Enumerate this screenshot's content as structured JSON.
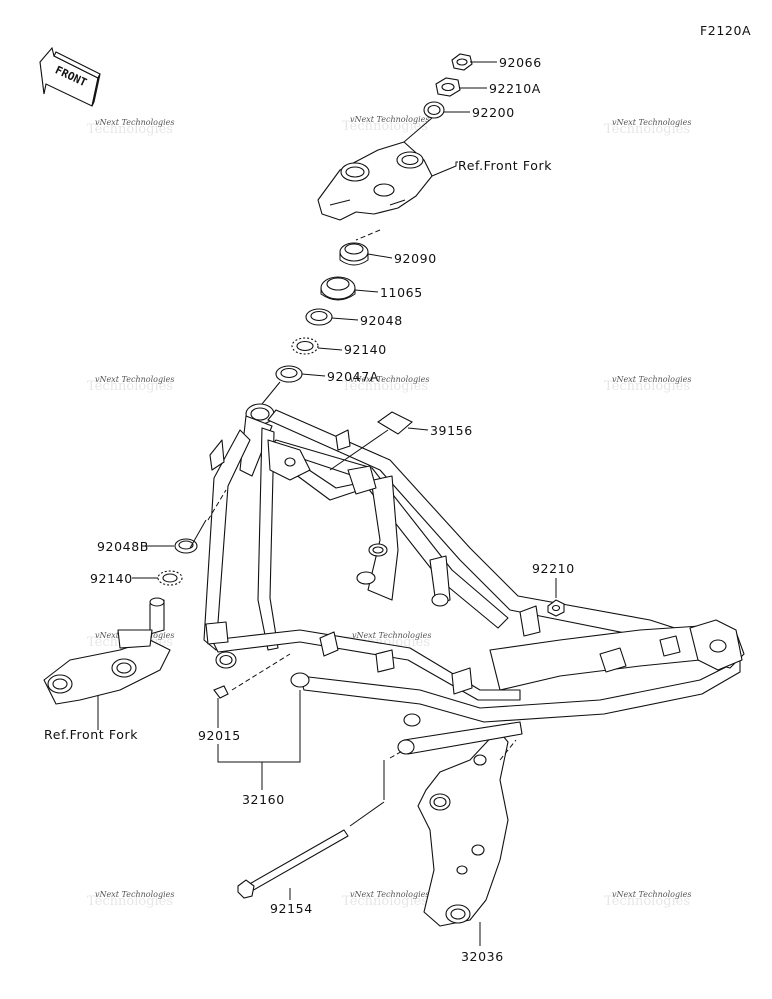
{
  "diagram_code": "F2120A",
  "front_arrow_text": "FRONT",
  "watermark": "vNext Technologies",
  "parts": {
    "p92066": "92066",
    "p92210A": "92210A",
    "p92200": "92200",
    "ref_front_fork_top": "Ref.Front Fork",
    "p92090": "92090",
    "p11065": "11065",
    "p92048": "92048",
    "p92140": "92140",
    "p92047A": "92047A",
    "p39156": "39156",
    "p92048B": "92048B",
    "p92140b": "92140",
    "p92210": "92210",
    "ref_front_fork_bottom": "Ref.Front Fork",
    "p92015": "92015",
    "p32160": "32160",
    "p92154": "92154",
    "p32036": "32036"
  }
}
